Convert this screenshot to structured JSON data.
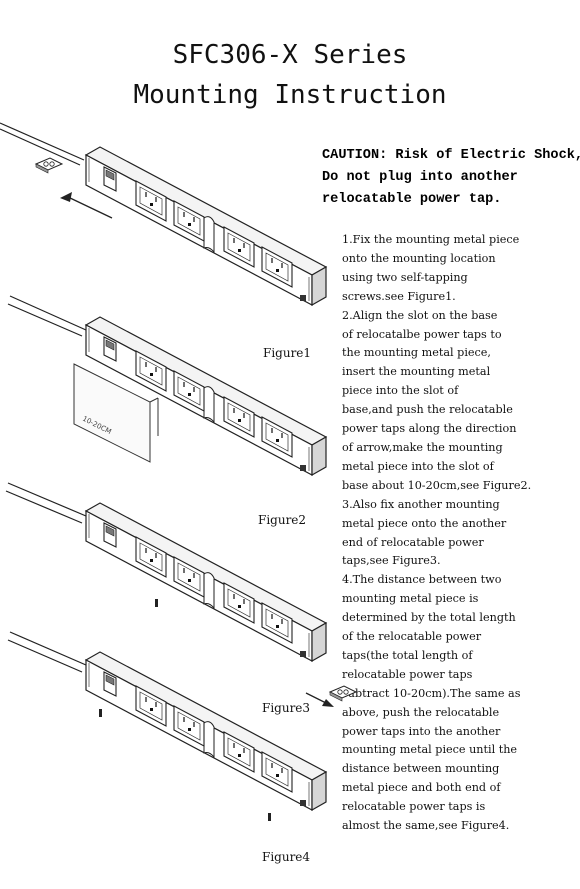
{
  "document": {
    "title_line1": "SFC306-X Series",
    "title_line2": "Mounting Instruction",
    "caution_lines": [
      "CAUTION: Risk of Electric Shock,",
      "Do not plug into another",
      "relocatable power tap."
    ],
    "instruction_lines": [
      "1.Fix the mounting metal piece",
      "onto the mounting location",
      "using two self-tapping",
      "screws.see Figure1.",
      "2.Align the slot on the base",
      "of relocatalbe power taps to",
      "the mounting metal piece,",
      "insert the mounting metal",
      "piece into the slot of",
      "base,and push the relocatable",
      "power taps along the direction",
      "of arrow,make the mounting",
      "metal piece into the slot of",
      "base about 10-20cm,see Figure2.",
      "3.Also fix another mounting",
      "metal piece onto the another",
      "end of relocatable power",
      "taps,see Figure3.",
      "4.The distance between two",
      "mounting metal piece is",
      "determined by the total length",
      "of the relocatable power",
      "taps(the total length of",
      "relocatable power taps",
      "subtract 10-20cm).The same as",
      "above, push the relocatable",
      "power taps into the another",
      "mounting metal piece until the",
      "distance between mounting",
      "metal piece and both end of",
      "relocatable power taps is",
      "almost the same,see Figure4."
    ],
    "figure_labels": [
      "Figure1",
      "Figure2",
      "Figure3",
      "Figure4"
    ],
    "measurement_label": "10-20CM"
  }
}
